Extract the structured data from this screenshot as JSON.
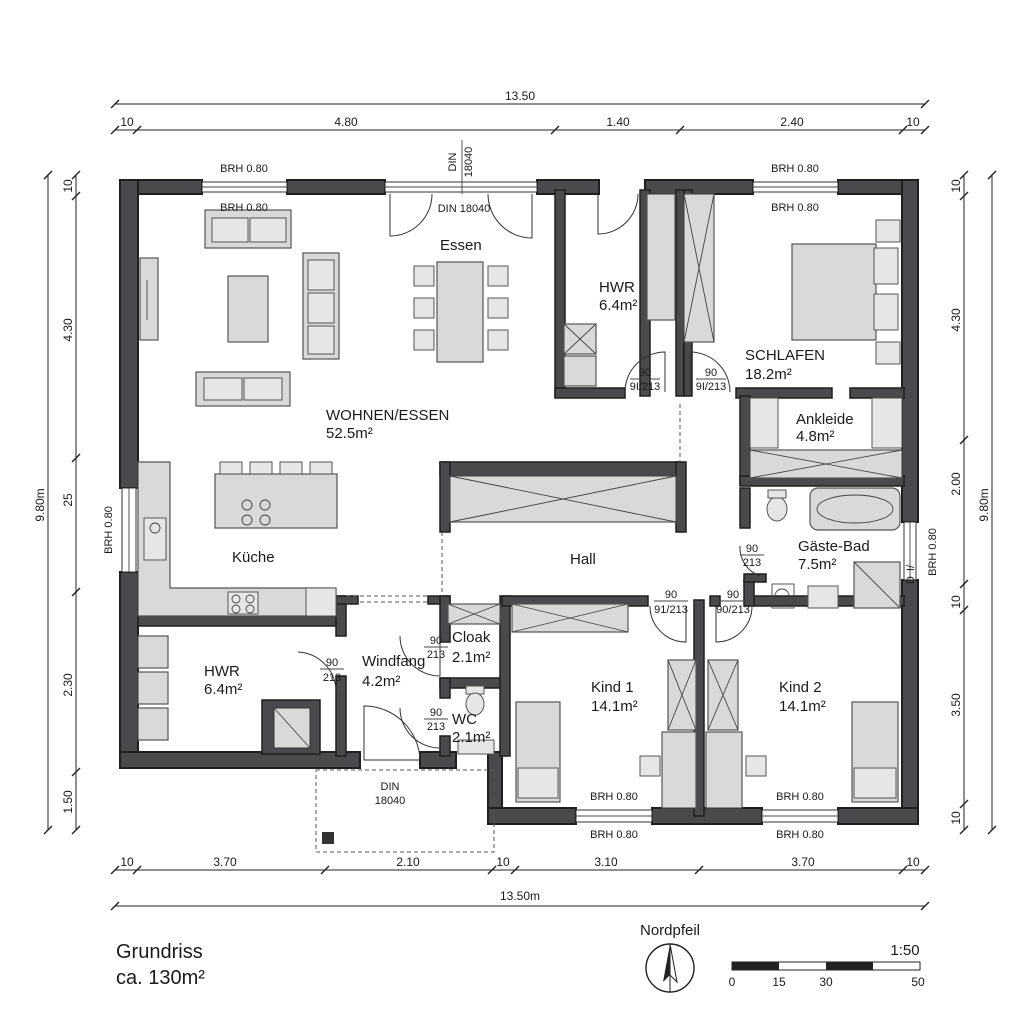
{
  "dimensions": {
    "top_total": "13.50",
    "top_segments": [
      "10",
      "4.80",
      "1.40",
      "2.40",
      "10"
    ],
    "bottom_total": "13.50m",
    "bottom_segments": [
      "10",
      "3.70",
      "2.10",
      "10",
      "3.10",
      "3.70",
      "10"
    ],
    "left_total": "9.80m",
    "left_segments": [
      "10",
      "4.30",
      "25",
      "2.30",
      "1.50"
    ],
    "right_total": "9.80m",
    "right_segments": [
      "10",
      "4.30",
      "2.00",
      "10",
      "3.50",
      "10"
    ]
  },
  "rooms": {
    "wohnen": {
      "name": "WOHNEN/ESSEN",
      "area": "52.5m²"
    },
    "essen": {
      "name": "Essen"
    },
    "kueche": {
      "name": "Küche"
    },
    "hwr_top": {
      "name": "HWR",
      "area": "6.4m²"
    },
    "schlafen": {
      "name": "SCHLAFEN",
      "area": "18.2m²"
    },
    "ankleide": {
      "name": "Ankleide",
      "area": "4.8m²"
    },
    "gaestebad": {
      "name": "Gäste-Bad",
      "area": "7.5m²"
    },
    "hall": {
      "name": "Hall"
    },
    "hwr_bottom": {
      "name": "HWR",
      "area": "6.4m²"
    },
    "windfang": {
      "name": "Windfang",
      "area": "4.2m²"
    },
    "cloak": {
      "name": "Cloak",
      "area": "2.1m²"
    },
    "wc": {
      "name": "WC",
      "area": "2.1m²"
    },
    "kind1": {
      "name": "Kind 1",
      "area": "14.1m²"
    },
    "kind2": {
      "name": "Kind 2",
      "area": "14.1m²"
    }
  },
  "labels": {
    "brh": "BRH 0.80",
    "din": "DIN 18040",
    "din_top_a": "DIN",
    "din_top_b": "18040",
    "din_bottom_a": "DIN",
    "din_bottom_b": "18040",
    "door_90": "90",
    "door_91_213": "91/213",
    "door_9i_213": "9I/213",
    "door_213": "213",
    "door_90_213": "90/213",
    "door_9i213": "9I/213",
    "nordpfeil": "Nordpfeil",
    "scale": "1:50",
    "scale_ticks": [
      "0",
      "15",
      "30",
      "50"
    ],
    "title": "Grundriss",
    "subtitle": "ca. 130m²",
    "brh_side": "BRH 0.80",
    "right_door_a": "I/",
    "right_door_b": "D"
  }
}
